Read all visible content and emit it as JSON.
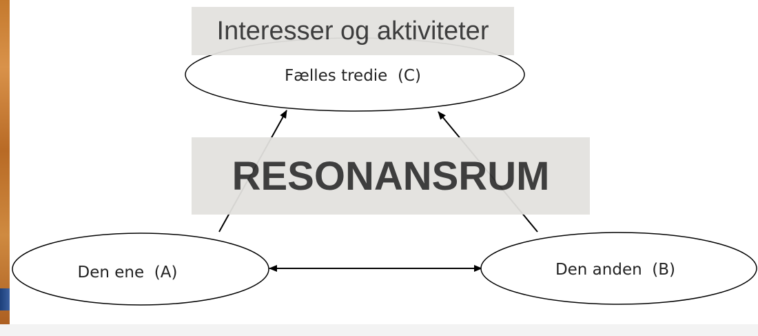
{
  "header": {
    "title": "Interesser og aktiviteter"
  },
  "banner": {
    "center_text": "RESONANSRUM"
  },
  "diagram": {
    "nodes": [
      {
        "id": "C",
        "label": "Fælles tredie  (C)"
      },
      {
        "id": "A",
        "label": "Den ene  (A)"
      },
      {
        "id": "B",
        "label": "Den anden  (B)"
      }
    ],
    "edges": [
      {
        "from": "A",
        "to": "C",
        "direction": "forward"
      },
      {
        "from": "B",
        "to": "C",
        "direction": "forward"
      },
      {
        "from": "A",
        "to": "B",
        "direction": "both"
      }
    ]
  },
  "colors": {
    "banner_background": "#e3e2df",
    "text": "#333333",
    "stroke": "#000000",
    "background_texture": "#c4792d"
  }
}
